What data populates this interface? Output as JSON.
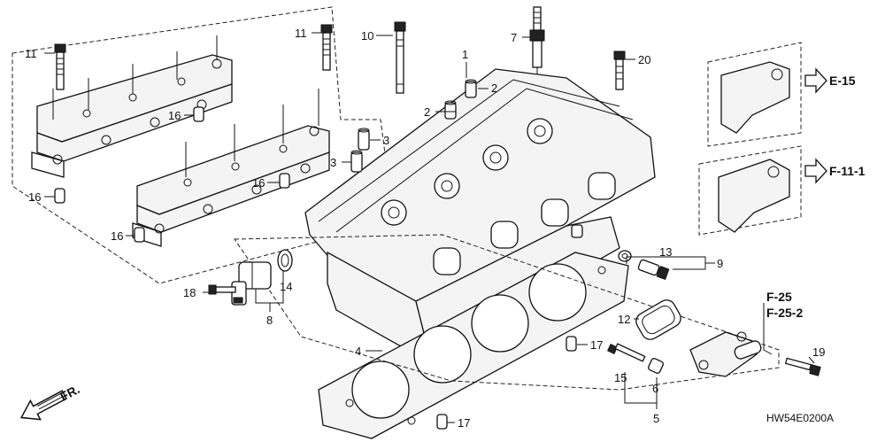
{
  "callouts": {
    "c1": "1",
    "c2a": "2",
    "c2b": "2",
    "c3a": "3",
    "c3b": "3",
    "c4": "4",
    "c5": "5",
    "c6": "6",
    "c7": "7",
    "c8": "8",
    "c9": "9",
    "c10": "10",
    "c11a": "11",
    "c11b": "11",
    "c12": "12",
    "c13": "13",
    "c14": "14",
    "c15": "15",
    "c16a": "16",
    "c16b": "16",
    "c16c": "16",
    "c16d": "16",
    "c17a": "17",
    "c17b": "17",
    "c18": "18",
    "c19": "19",
    "c20": "20"
  },
  "refs": {
    "e15": "E-15",
    "f111": "F-11-1",
    "f25": "F-25",
    "f252": "F-25-2"
  },
  "direction_label": "FR.",
  "diagram_code": "HW54E0200A",
  "icons": [
    "arrow-right-icon",
    "front-direction-arrow-icon"
  ]
}
